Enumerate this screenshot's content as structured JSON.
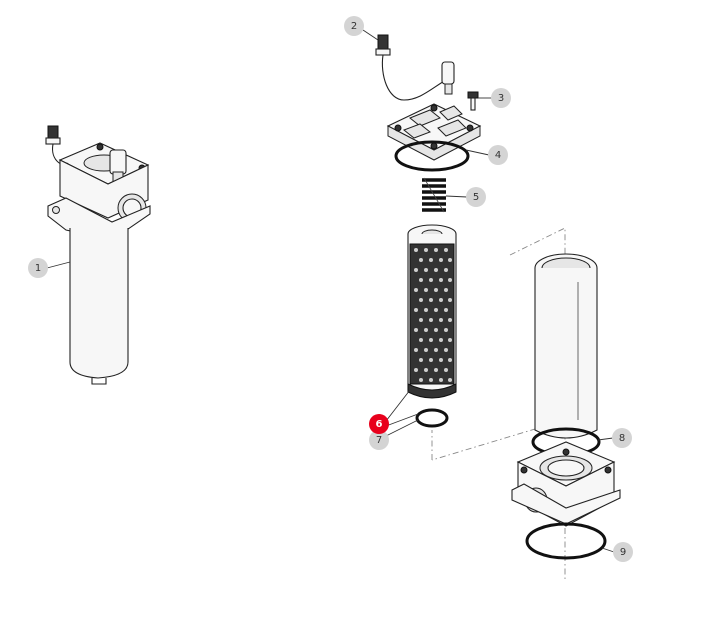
{
  "callouts": [
    {
      "id": "1",
      "label": "1",
      "active": false
    },
    {
      "id": "2",
      "label": "2",
      "active": false
    },
    {
      "id": "3",
      "label": "3",
      "active": false
    },
    {
      "id": "4",
      "label": "4",
      "active": false
    },
    {
      "id": "5",
      "label": "5",
      "active": false
    },
    {
      "id": "6",
      "label": "6",
      "active": true
    },
    {
      "id": "7",
      "label": "7",
      "active": false
    },
    {
      "id": "8",
      "label": "8",
      "active": false
    },
    {
      "id": "9",
      "label": "9",
      "active": false
    }
  ],
  "colors": {
    "callout_default": "#d4d4d4",
    "callout_active": "#e8001c",
    "line": "#222222"
  }
}
